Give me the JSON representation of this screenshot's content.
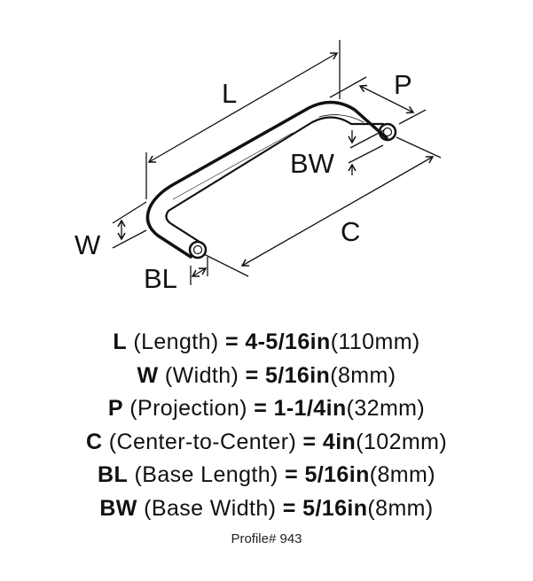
{
  "diagram": {
    "labels": {
      "L": "L",
      "P": "P",
      "BW": "BW",
      "W": "W",
      "C": "C",
      "BL": "BL"
    }
  },
  "specs": [
    {
      "key": "L",
      "desc": " (Length) ",
      "eq": "= ",
      "value": "4-5/16in",
      "metric": "(110mm)"
    },
    {
      "key": "W",
      "desc": " (Width) ",
      "eq": "= ",
      "value": "5/16in",
      "metric": "(8mm)"
    },
    {
      "key": "P",
      "desc": " (Projection) ",
      "eq": "= ",
      "value": "1-1/4in",
      "metric": "(32mm)"
    },
    {
      "key": "C",
      "desc": " (Center-to-Center) ",
      "eq": "= ",
      "value": "4in",
      "metric": "(102mm)"
    },
    {
      "key": "BL",
      "desc": " (Base Length) ",
      "eq": "= ",
      "value": "5/16in",
      "metric": "(8mm)"
    },
    {
      "key": "BW",
      "desc": " (Base Width) ",
      "eq": "= ",
      "value": "5/16in",
      "metric": "(8mm)"
    }
  ],
  "profile": "Profile# 943"
}
